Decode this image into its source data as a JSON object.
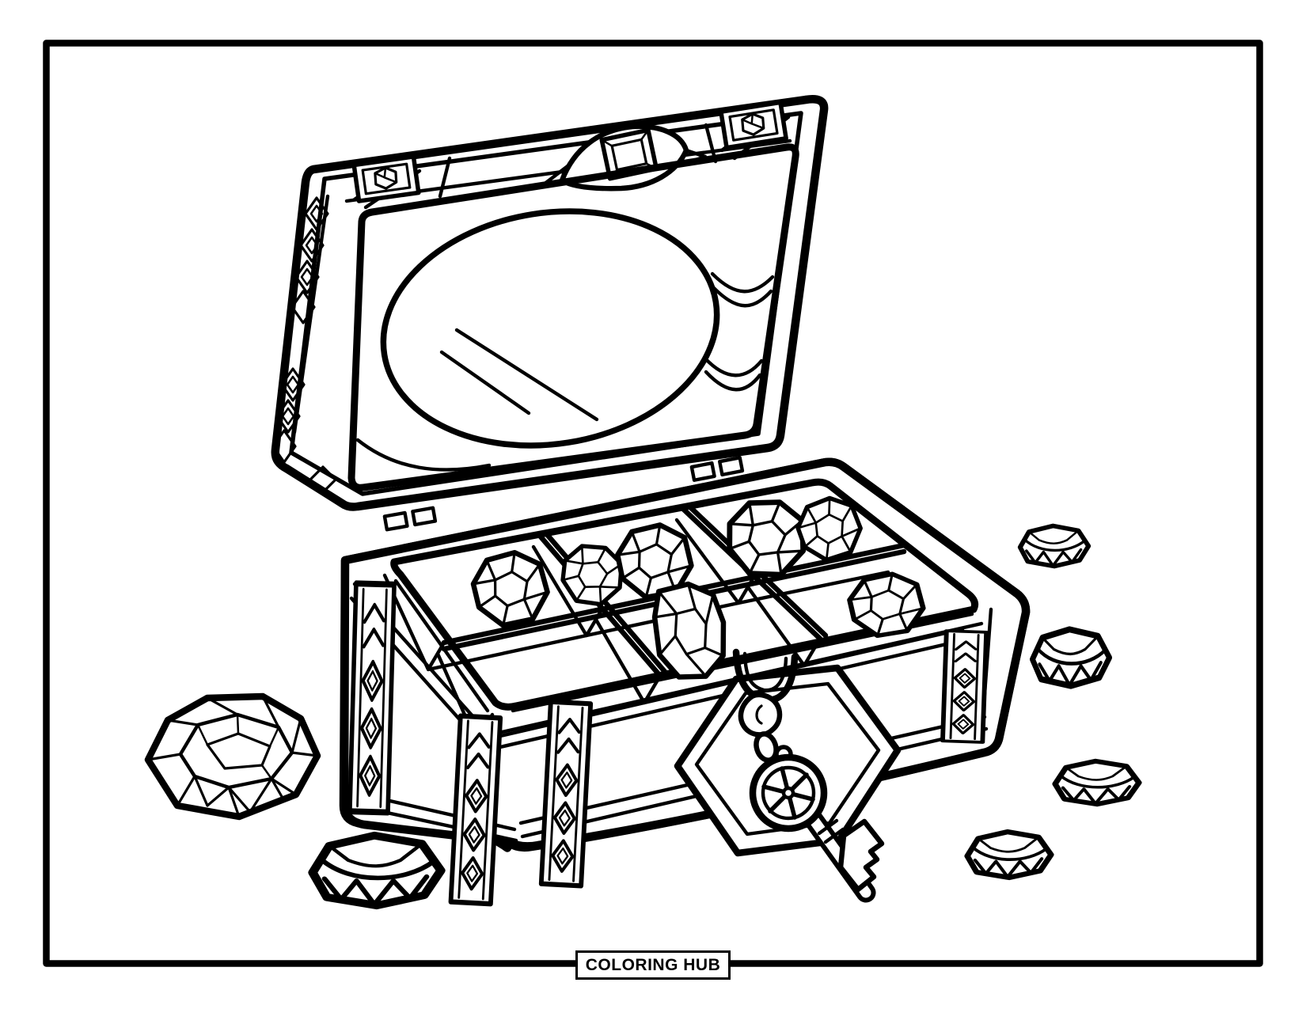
{
  "branding": {
    "label": "COLORING HUB"
  },
  "colors": {
    "background": "#ffffff",
    "line": "#000000"
  },
  "illustration": {
    "subject": "open treasure chest with six compartments, faceted gems, diamond lock plate and hanging skeleton key",
    "compartment_count": 6,
    "gems_inside_chest": 7,
    "gems_scattered": 6,
    "keys": 1
  }
}
